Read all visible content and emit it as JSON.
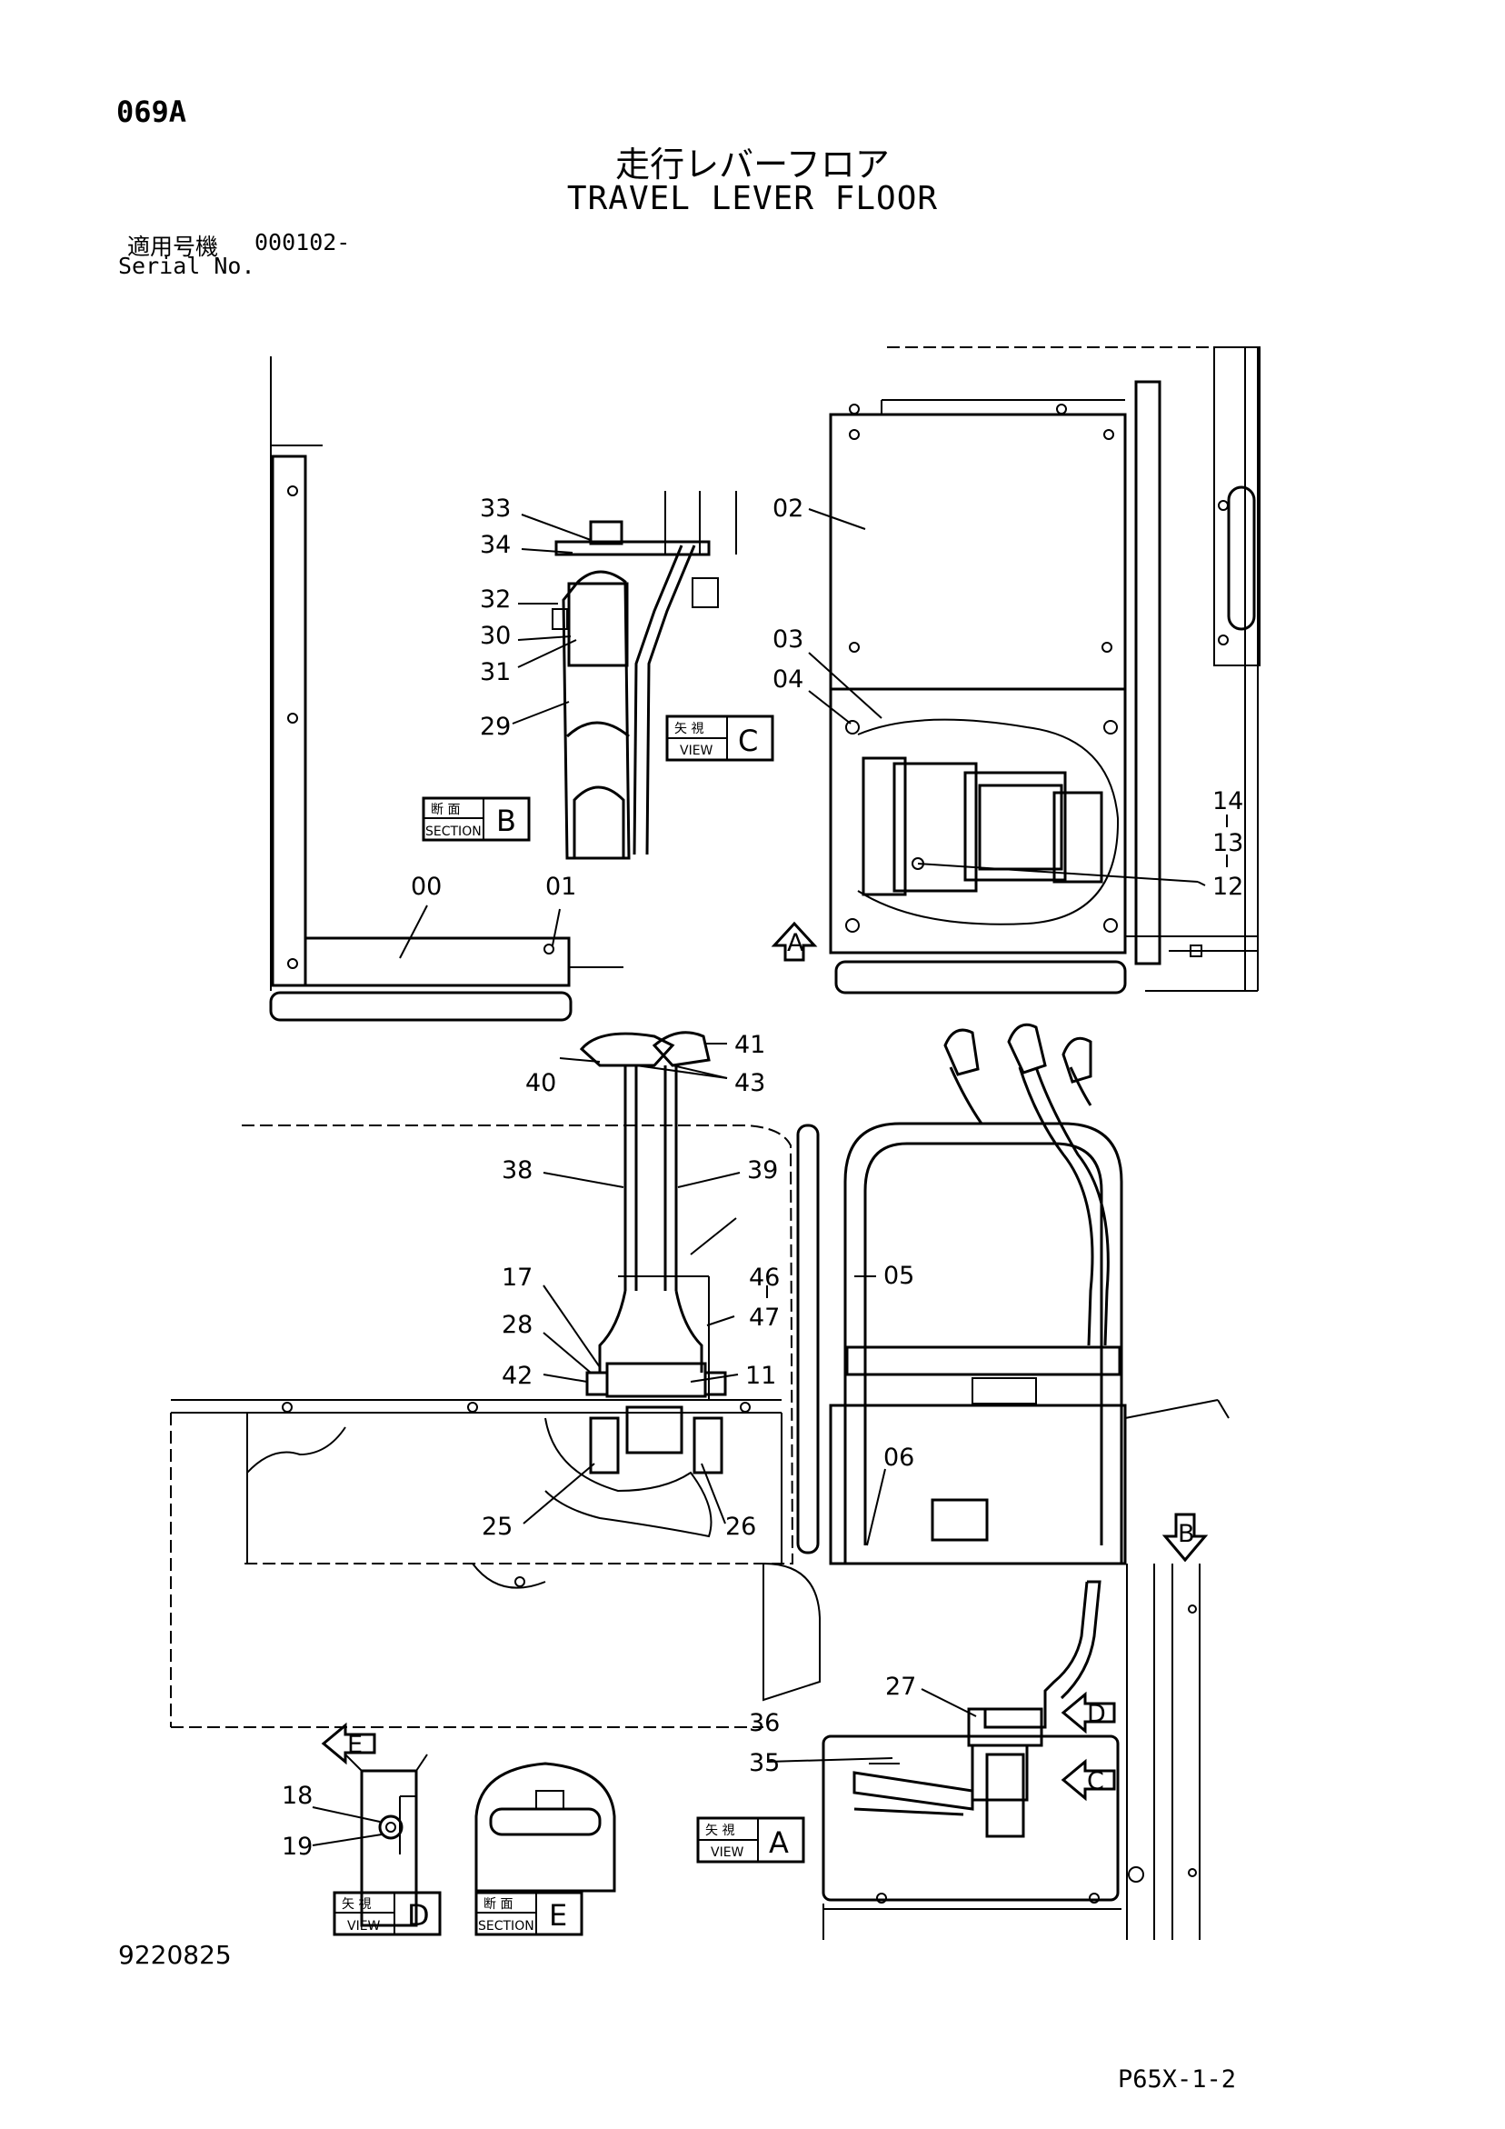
{
  "header": {
    "page_id": "069A",
    "title_jp": "走行レバーフロア",
    "title_en": "TRAVEL LEVER FLOOR",
    "serial_label_jp": "適用号機",
    "serial_value": "000102-",
    "serial_label_en": "Serial No."
  },
  "callouts": [
    "33",
    "34",
    "32",
    "30",
    "31",
    "29",
    "02",
    "03",
    "04",
    "14",
    "13",
    "12",
    "00",
    "01",
    "41",
    "40",
    "43",
    "38",
    "39",
    "17",
    "46",
    "47",
    "05",
    "28",
    "42",
    "11",
    "06",
    "25",
    "26",
    "27",
    "36",
    "35",
    "18",
    "19"
  ],
  "views": {
    "view_c": {
      "jp": "矢 視",
      "en": "VIEW",
      "letter": "C"
    },
    "section_b": {
      "jp": "断 面",
      "en": "SECTION",
      "letter": "B"
    },
    "view_a": {
      "jp": "矢 視",
      "en": "VIEW",
      "letter": "A"
    },
    "view_d": {
      "jp": "矢 視",
      "en": "VIEW",
      "letter": "D"
    },
    "section_e": {
      "jp": "断 面",
      "en": "SECTION",
      "letter": "E"
    }
  },
  "arrows": {
    "a": "A",
    "b": "B",
    "c": "C",
    "d": "D",
    "e": "E"
  },
  "footer": {
    "doc_number": "9220825",
    "page_code": "P65X-1-2"
  }
}
